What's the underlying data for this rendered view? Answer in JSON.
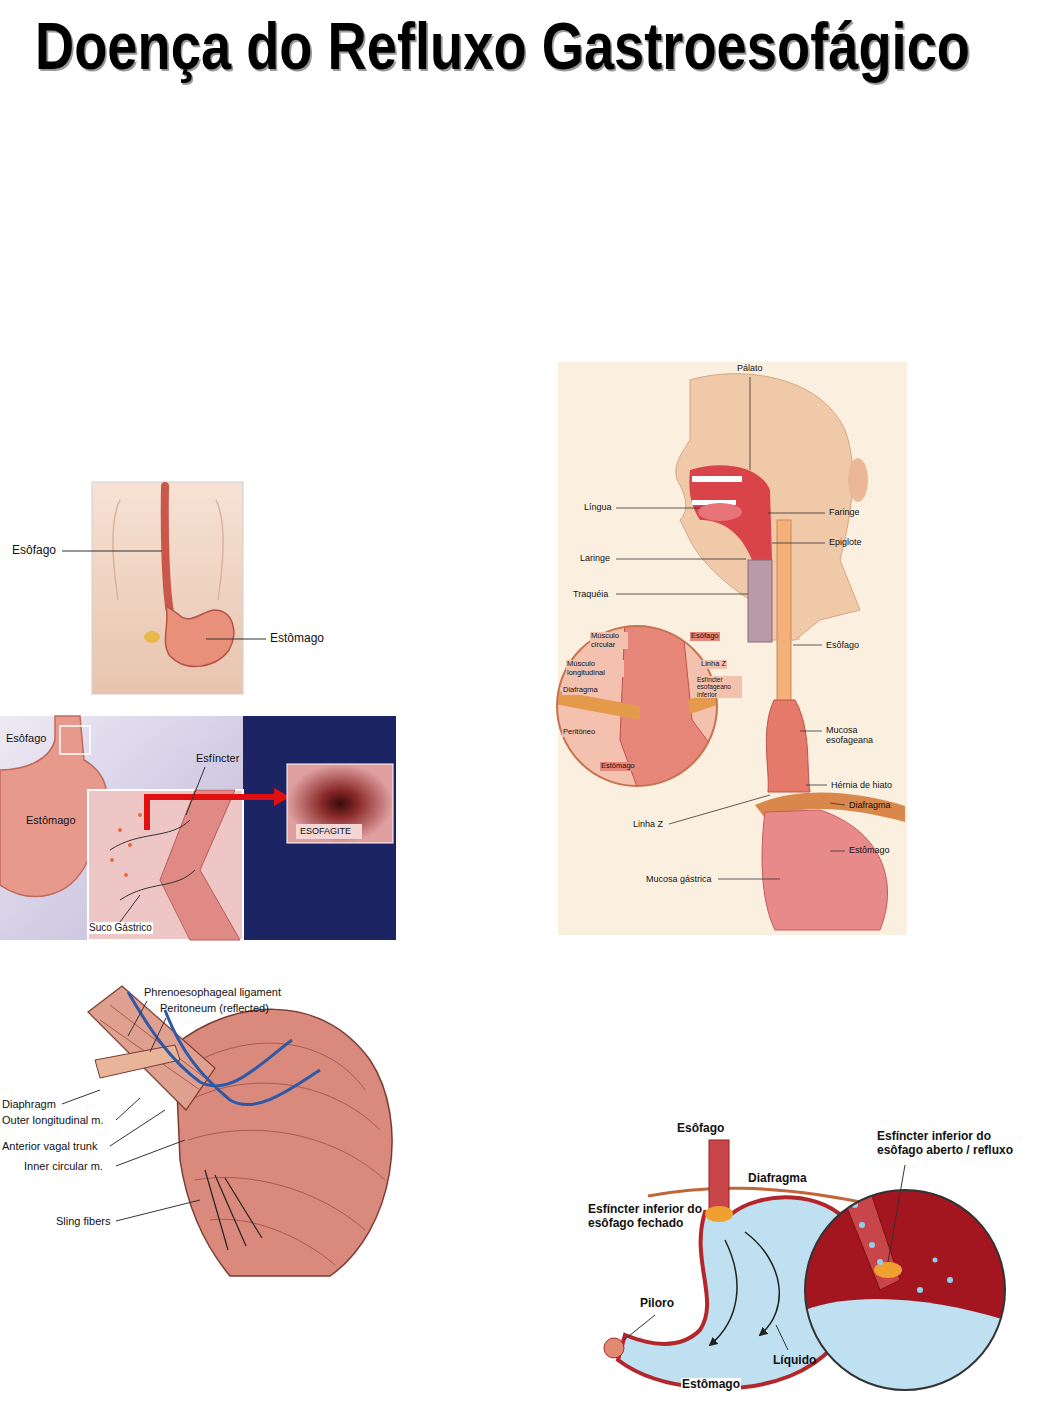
{
  "diagram": {
    "title": "Doença do Refluxo Gastroesofágico",
    "labels": [
      "Esôfago",
      "Estômago",
      "Esôfago",
      "Esfíncter",
      "Estômago",
      "ESOFAGITE",
      "Suco Gástrico",
      "Phrenoesophageal ligament",
      "Peritoneum (reflected)",
      "Diaphragm",
      "Outer longitudinal m.",
      "Anterior vagal trunk",
      "Inner circular m.",
      "Sling fibers",
      "Pálato",
      "Língua",
      "Faringe",
      "Epiglote",
      "Laringe",
      "Traquéia",
      "Esôfago",
      "Músculo circular",
      "Esôfago",
      "Músculo longitudinal",
      "Linha Z",
      "Diafragma",
      "Esfíncter esofageano inferior",
      "Peritôneo",
      "Estômago",
      "Mucosa esofageana",
      "Hérnia de hiato",
      "Diafragma",
      "Linha Z",
      "Estômago",
      "Mucosa gástrica",
      "Esôfago",
      "Esfíncter inferior do esôfago aberto / refluxo",
      "Diafragma",
      "Esfíncter inferior do esôfago fechado",
      "Piloro",
      "Líquido",
      "Estômago"
    ]
  }
}
